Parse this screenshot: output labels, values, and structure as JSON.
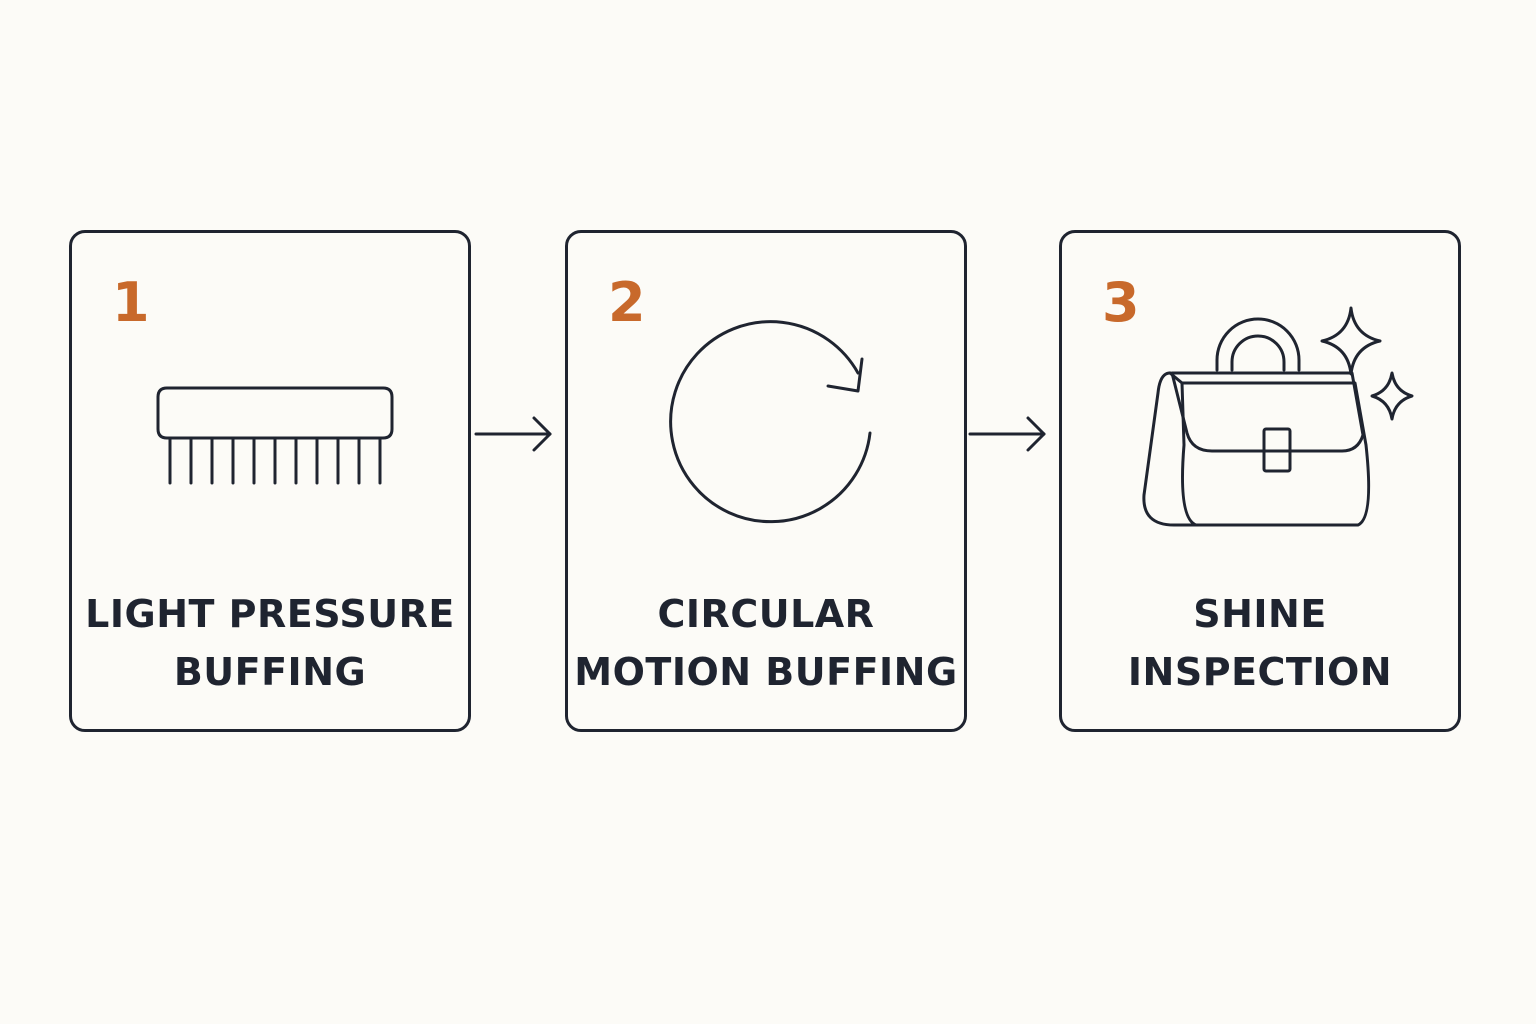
{
  "steps": [
    {
      "number": "1",
      "label_line1": "LIGHT PRESSURE",
      "label_line2": "BUFFING",
      "icon": "brush-icon"
    },
    {
      "number": "2",
      "label_line1": "CIRCULAR",
      "label_line2": "MOTION BUFFING",
      "icon": "circular-arrow-icon"
    },
    {
      "number": "3",
      "label_line1": "SHINE",
      "label_line2": "INSPECTION",
      "icon": "handbag-sparkle-icon"
    }
  ],
  "colors": {
    "accent": "#c8692b",
    "stroke": "#1f2430",
    "background": "#fcfbf7"
  }
}
